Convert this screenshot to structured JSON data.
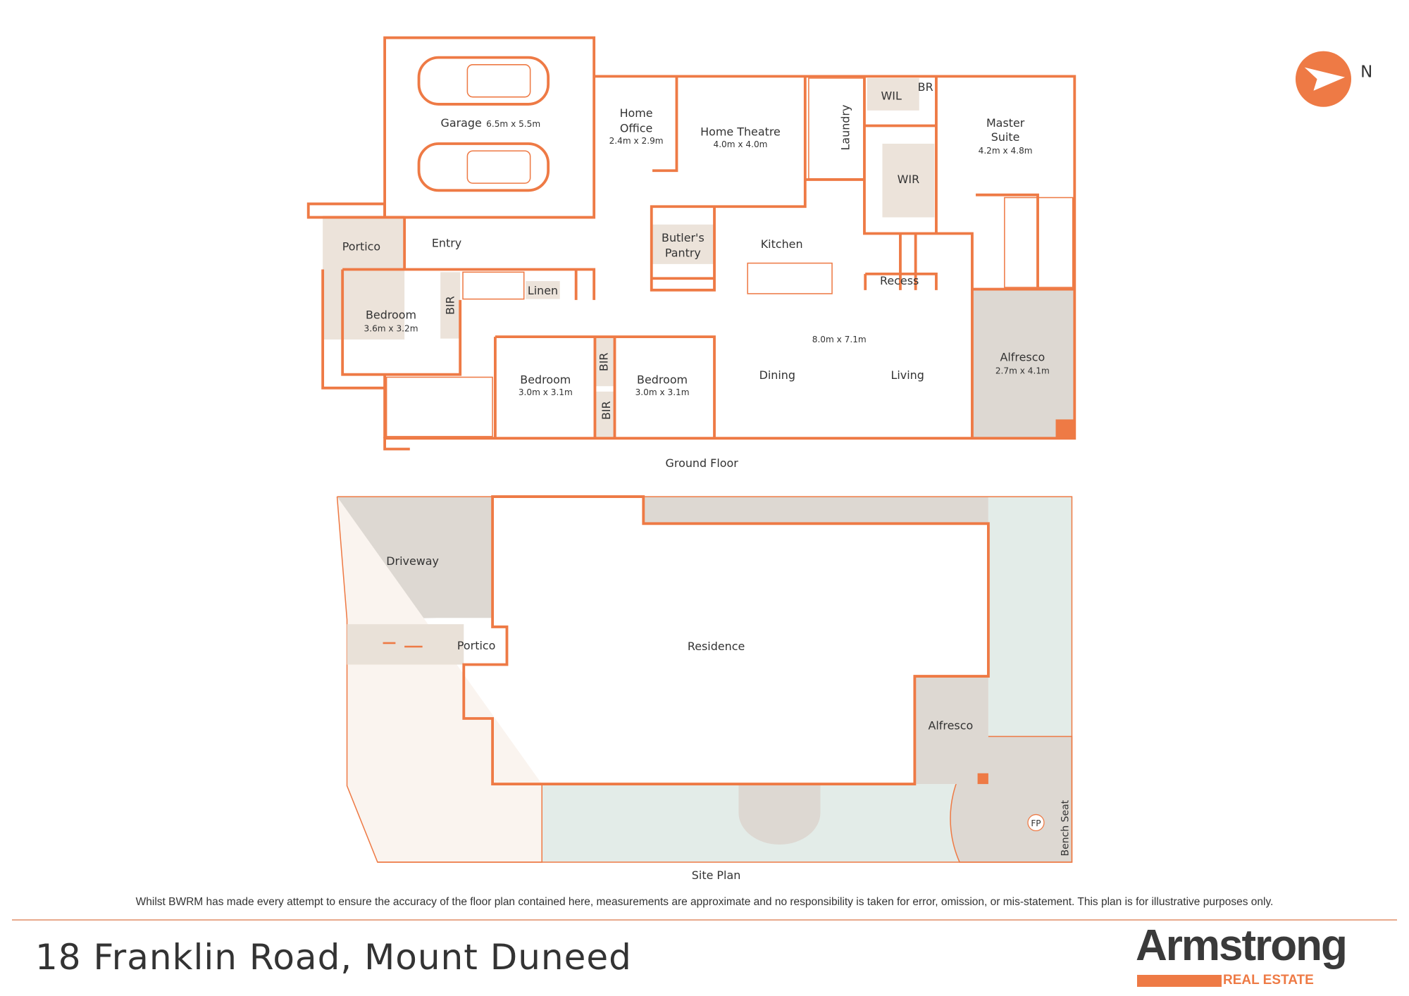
{
  "colors": {
    "accent": "#ee7a45",
    "text": "#333333",
    "paving": "#ddd8d2",
    "lawn": "#e3ece8"
  },
  "compass": {
    "label": "N",
    "icon": "north-arrow-icon"
  },
  "ground_floor": {
    "title": "Ground Floor",
    "rooms": {
      "garage": "Garage",
      "garage_dim": "6.5m x 5.5m",
      "home_office_1": "Home",
      "home_office_2": "Office",
      "home_office_dim": "2.4m x 2.9m",
      "home_theatre": "Home Theatre",
      "home_theatre_dim": "4.0m x 4.0m",
      "laundry": "Laundry",
      "wil": "WIL",
      "br": "BR",
      "wir": "WIR",
      "master_1": "Master",
      "master_2": "Suite",
      "master_dim": "4.2m x 4.8m",
      "portico": "Portico",
      "entry": "Entry",
      "butlers_1": "Butler's",
      "butlers_2": "Pantry",
      "kitchen": "Kitchen",
      "recess": "Recess",
      "linen": "Linen",
      "bir": "BIR",
      "bedroom": "Bedroom",
      "bed1_dim": "3.6m x 3.2m",
      "bed2_dim": "3.0m x 3.1m",
      "bed3_dim": "3.0m x 3.1m",
      "living_dim": "8.0m x 7.1m",
      "dining": "Dining",
      "living": "Living",
      "alfresco": "Alfresco",
      "alfresco_dim": "2.7m x 4.1m"
    }
  },
  "site_plan": {
    "title": "Site Plan",
    "labels": {
      "driveway": "Driveway",
      "portico": "Portico",
      "residence": "Residence",
      "alfresco": "Alfresco",
      "fp": "FP",
      "bench_seat": "Bench Seat"
    }
  },
  "footer": {
    "disclaimer": "Whilst BWRM  has made every attempt to ensure the accuracy of the floor plan contained here, measurements are approximate and no responsibility is taken for error, omission, or mis-statement. This plan is for illustrative purposes only.",
    "address": "18 Franklin Road, Mount Duneed",
    "logo_name": "Armstrong",
    "logo_sub": "REAL ESTATE"
  }
}
